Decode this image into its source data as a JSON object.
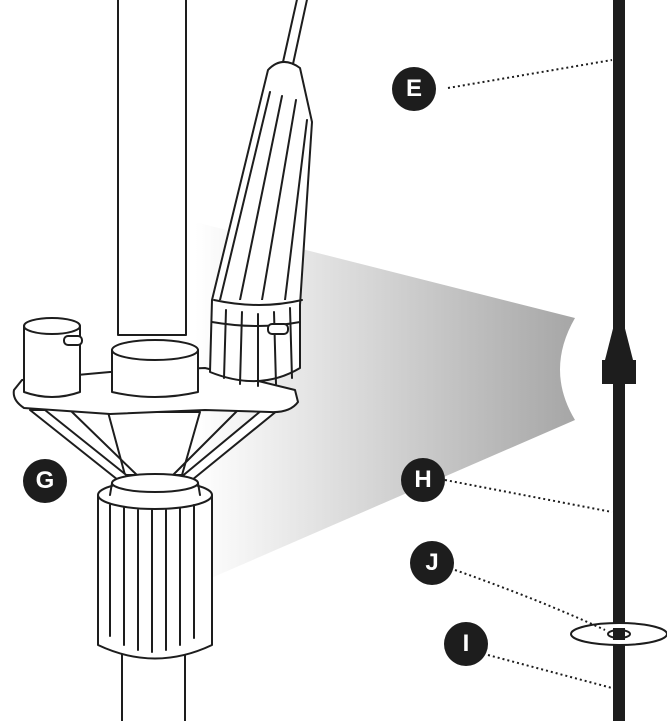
{
  "diagram": {
    "callouts": [
      {
        "id": "E",
        "label": "E"
      },
      {
        "id": "G",
        "label": "G"
      },
      {
        "id": "H",
        "label": "H"
      },
      {
        "id": "J",
        "label": "J"
      },
      {
        "id": "I",
        "label": "I"
      }
    ],
    "colors": {
      "ink": "#1d1d1d",
      "background": "#ffffff",
      "shade_dark": "#a6a6a6",
      "shade_light": "#ffffff"
    }
  }
}
